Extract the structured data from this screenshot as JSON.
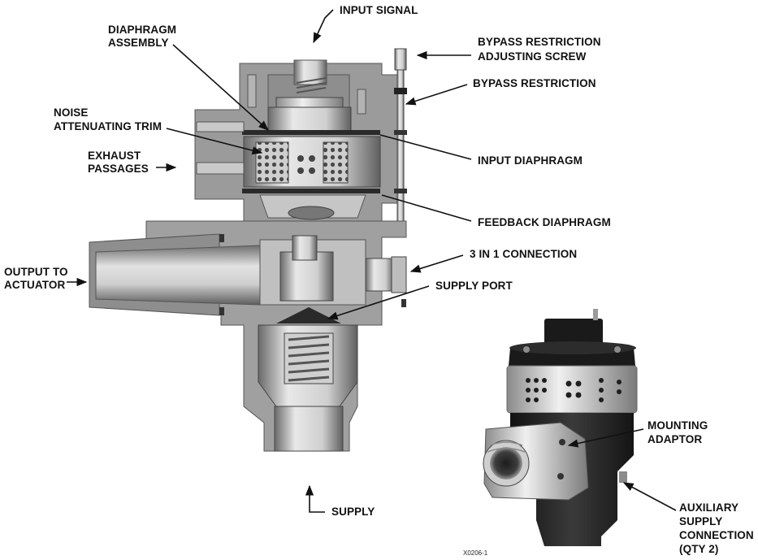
{
  "labels": {
    "input_signal": "INPUT SIGNAL",
    "diaphragm_assembly_1": "DIAPHRAGM",
    "diaphragm_assembly_2": "ASSEMBLY",
    "bypass_screw_1": "BYPASS RESTRICTION",
    "bypass_screw_2": "ADJUSTING SCREW",
    "bypass_restriction": "BYPASS RESTRICTION",
    "noise_trim_1": "NOISE",
    "noise_trim_2": "ATTENUATING TRIM",
    "exhaust_1": "EXHAUST",
    "exhaust_2": "PASSAGES",
    "input_diaphragm": "INPUT DIAPHRAGM",
    "feedback_diaphragm": "FEEDBACK DIAPHRAGM",
    "output_1": "OUTPUT TO",
    "output_2": "ACTUATOR",
    "connection_3in1": "3 IN 1 CONNECTION",
    "supply_port": "SUPPLY PORT",
    "supply": "SUPPLY",
    "mounting_1": "MOUNTING",
    "mounting_2": "ADAPTOR",
    "aux_1": "AUXILIARY",
    "aux_2": "SUPPLY",
    "aux_3": "CONNECTION",
    "aux_4": "(QTY 2)"
  },
  "figure_id": "X0206-1",
  "colors": {
    "body_gray": "#9a9a9a",
    "dark_gray": "#5a5a5a",
    "light_gray": "#d6d6d6",
    "photo_black": "#1e1e1e",
    "steel": "#b8b8b8"
  }
}
